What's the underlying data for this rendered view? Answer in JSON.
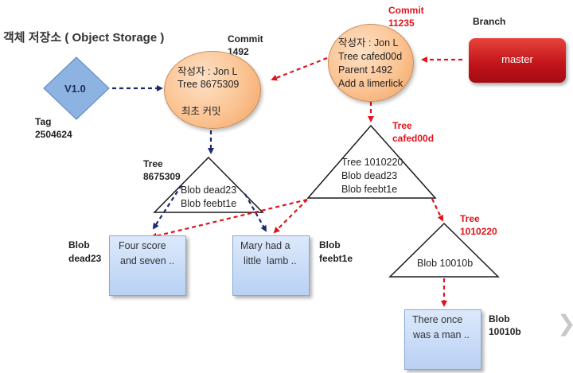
{
  "title": "객체 저장소 ( Object Storage )",
  "tag": {
    "version": "V1.0",
    "label": "Tag",
    "id": "2504624"
  },
  "commit1": {
    "label": "Commit",
    "id": "1492",
    "author": "작성자 : Jon L",
    "tree": "Tree 8675309",
    "message": "최초 커밋"
  },
  "commit2": {
    "label": "Commit",
    "id": "11235",
    "author": "작성자 : Jon L",
    "tree": "Tree cafed00d",
    "parent": "Parent 1492",
    "message": "Add a limerlick"
  },
  "branch": {
    "label": "Branch",
    "name": "master"
  },
  "tree_cafed00d": {
    "label": "Tree",
    "id": "cafed00d",
    "line1": "Tree 1010220",
    "line2": "Blob dead23",
    "line3": "Blob feebt1e"
  },
  "tree_8675309": {
    "label": "Tree",
    "id": "8675309",
    "line1": "Blob dead23",
    "line2": "Blob feebt1e"
  },
  "tree_1010220": {
    "label": "Tree",
    "id": "1010220",
    "line1": "Blob 10010b"
  },
  "blob_dead23": {
    "label": "Blob",
    "id": "dead23",
    "line1": "Four score",
    "line2": "and seven .."
  },
  "blob_feebt1e": {
    "label": "Blob",
    "id": "feebt1e",
    "line1": "Mary had a",
    "line2": "little  lamb .."
  },
  "blob_10010b": {
    "label": "Blob",
    "id": "10010b",
    "line1": "There once",
    "line2": "was a man .."
  },
  "colors": {
    "navy_arrow": "#1a2a6c",
    "red_arrow": "#e0141c",
    "commit_fill": "#fbc392",
    "blob_fill": "#c6dbf7",
    "branch_fill": "#c0121a"
  },
  "icons": {
    "next": "chevron-right-icon"
  }
}
